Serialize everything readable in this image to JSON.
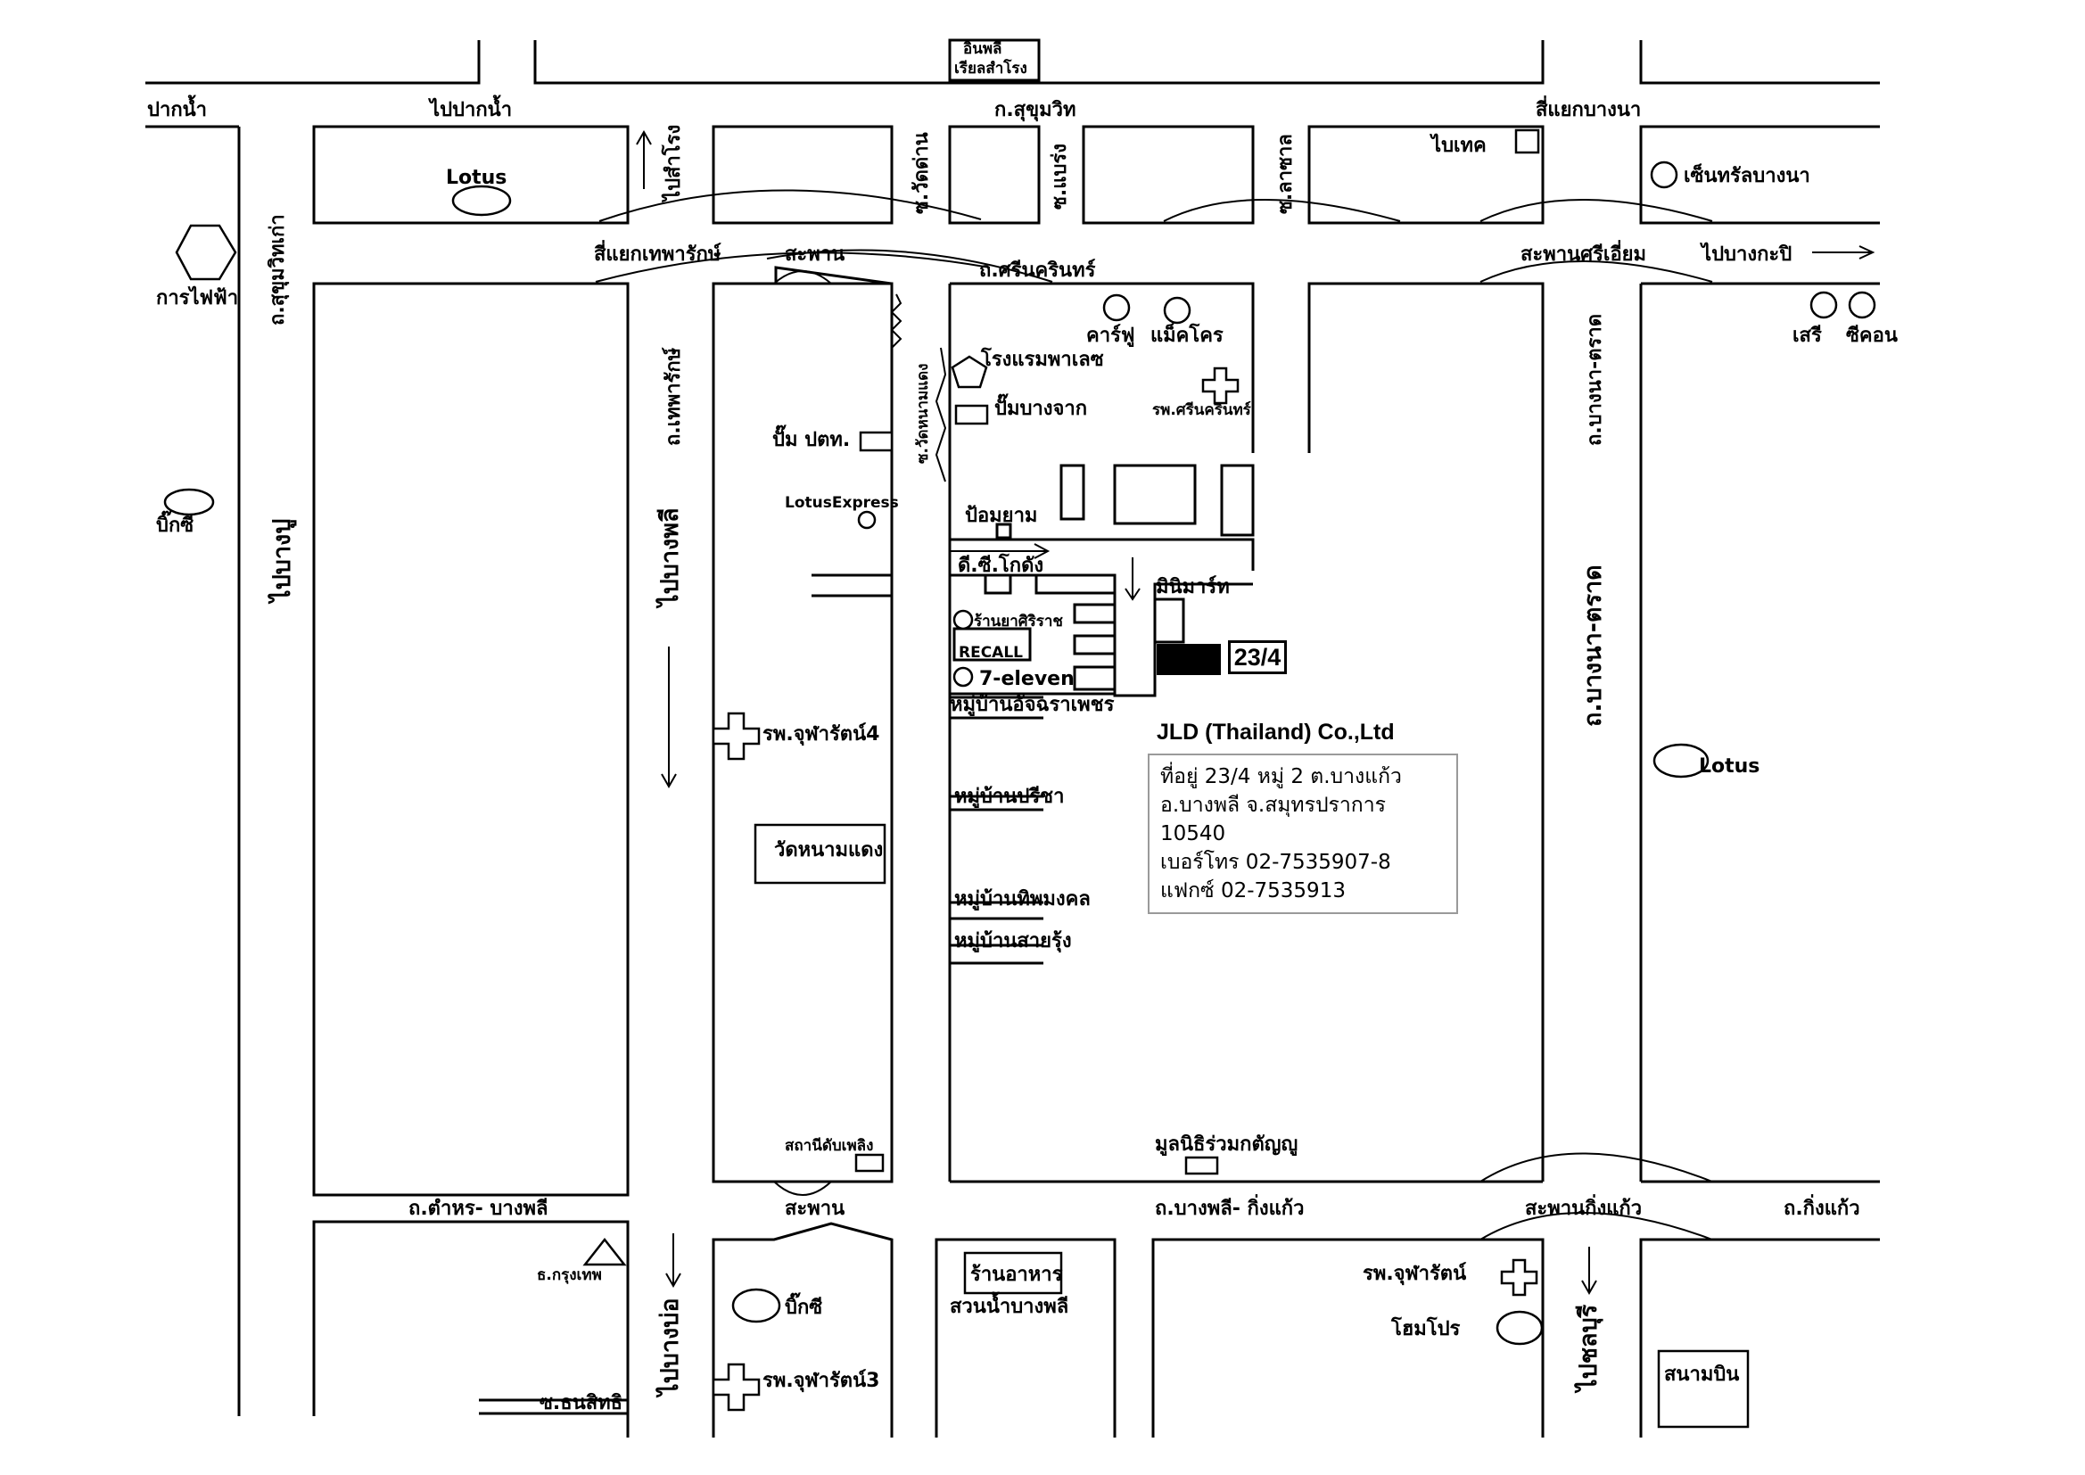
{
  "roads": {
    "sukhumvit": "ก.สุขุมวิท",
    "srinakarin": "ถ.ศรีนครินทร์",
    "sukhumvit_old": "ถ.สุขุมวิทเก่า",
    "thepharak": "ถ.เทพารักษ์",
    "bangna_trad_upper": "ถ.บางนา-ตราด",
    "bangna_trad_lower": "ถ.บางนา-ตราด",
    "tamru_bangphli": "ถ.ตำหร- บางพลี",
    "bangphli_kingkaew": "ถ.บางพลี- กิ่งแก้ว",
    "kingkaew": "ถ.กิ่งแก้ว",
    "soi_watdan": "ซ.วัดด่าน",
    "soi_baeng": "ซ.แบร่ง",
    "soi_lasan": "ซ.ลาซาล",
    "soi_watnamdaeng": "ซ.วัดหนามแดง",
    "soi_thanasit": "ซ.ธนสิทธิ"
  },
  "directions": {
    "to_paknam": "ไปปากน้ำ",
    "paknam": "ปากน้ำ",
    "to_samrong": "ไปสำโรง",
    "samrong_junction": "อินพลี\nเรียลสำโรง",
    "bangna_intersection": "สี่แยกบางนา",
    "thepharak_intersection": "สี่แยกเทพารักษ์",
    "to_bangkapi": "ไปบางกะปิ",
    "to_bangpu": "ไปบางปู",
    "to_bangphli": "ไปบางพลี",
    "to_bangbo": "ไปบางบ่อ",
    "to_chonburi": "ไปชลบุรี"
  },
  "bridges": {
    "bridge_top": "สะพาน",
    "bridge_srieam": "สะพานศรีเอี่ยม",
    "bridge_bottom": "สะพาน",
    "bridge_kingkaew": "สะพานกิ่งแก้ว"
  },
  "landmarks": {
    "lotus_top": "Lotus",
    "electricity": "การไฟฟ้า",
    "big_c_left": "บิ๊กซี",
    "bitec": "ไบเทค",
    "central_bangna": "เซ็นทรัลบางนา",
    "carrefour": "คาร์ฟู",
    "makro": "แม็คโคร",
    "palace_hotel": "โรงแรมพาเลซ",
    "pump_bangchak": "ปั๊มบางจาก",
    "srinakarin_hospital": "รพ.ศรีนครินทร์",
    "seri": "เสรี",
    "seacon": "ซีคอน",
    "ptt_pump": "ปั๊ม ปตท.",
    "lotus_express": "LotusExpress",
    "police_box": "ป้อมยาม",
    "dc_godown": "ดี.ซี.โกดัง",
    "minimart": "มินิมาร์ท",
    "pharmacy": "ร้านยาศิริราช",
    "recall": "RECALL",
    "seven_eleven": "7-eleven",
    "village_atchara": "หมู่บ้านอัจฉราเพชร",
    "village_preecha": "หมู่บ้านปรีชา",
    "village_thipmongkol": "หมู่บ้านทิพมงคล",
    "village_sairung": "หมู่บ้านสายรุ้ง",
    "chularat4": "รพ.จุฬารัตน์4",
    "wat_namdaeng": "วัดหนามแดง",
    "fire_station": "สถานีดับเพลิง",
    "foundation": "มูลนิธิร่วมกตัญญู",
    "lotus_right": "Lotus",
    "bangkok_bank": "ธ.กรุงเทพ",
    "big_c_bottom": "บิ๊กซี",
    "chularat3": "รพ.จุฬารัตน์3",
    "restaurant": "ร้านอาหาร",
    "suan_nam": "สวนน้ำบางพลี",
    "chularat": "รพ.จุฬารัตน์",
    "homepro": "โฮมโปร",
    "airport": "สนามบิน"
  },
  "destination": {
    "address_label": "23/4",
    "company": "JLD (Thailand) Co.,Ltd",
    "address_lines": [
      "ที่อยู่ 23/4 หมู่ 2 ต.บางแก้ว",
      "อ.บางพลี จ.สมุทรปราการ",
      "10540",
      "เบอร์โทร 02-7535907-8",
      "แฟกซ์ 02-7535913"
    ]
  }
}
